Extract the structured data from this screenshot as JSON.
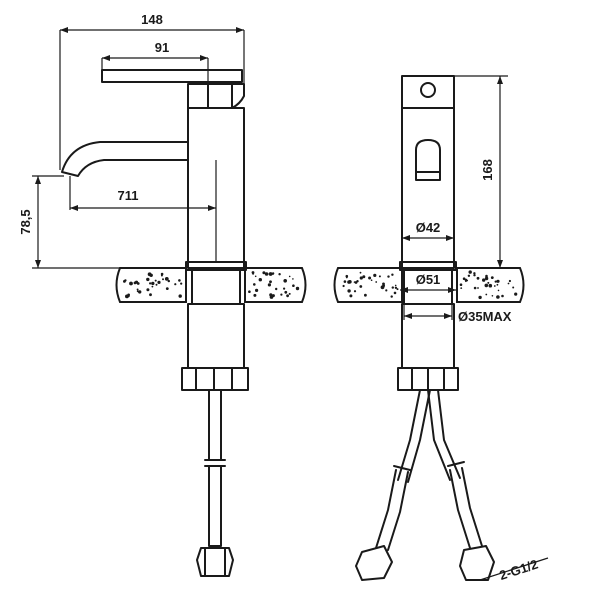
{
  "diagram": {
    "subject": "single-lever basin mixer technical drawing",
    "views": [
      "side view",
      "front view"
    ],
    "dimensions": {
      "overall_width": "148",
      "lever_length": "91",
      "spout_reach": "711",
      "spout_height": "78,5",
      "body_height": "168",
      "body_diameter": "Ø42",
      "base_diameter": "Ø51",
      "hole_diameter": "Ø35MAX",
      "hose_thread": "2-G1/2"
    },
    "colors": {
      "line": "#1a1a1a",
      "background": "#ffffff"
    }
  }
}
